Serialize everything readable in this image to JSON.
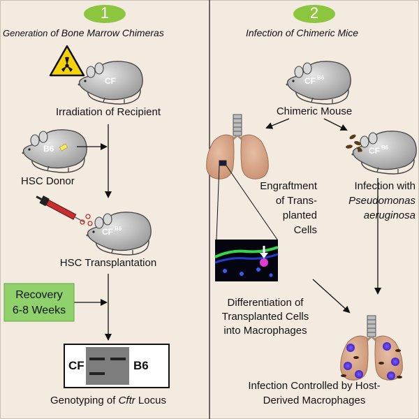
{
  "panel1": {
    "number": "1",
    "title_prefix": "Generation",
    "title_rest": " of Bone Marrow Chimeras",
    "irradiation": "Irradiation of Recipient",
    "hsc_donor": "HSC Donor",
    "hsc_transplantation": "HSC Transplantation",
    "recovery_line1": "Recovery",
    "recovery_line2": "6-8 Weeks",
    "gel_left": "CF",
    "gel_right": "B6",
    "genotyping_prefix": "Genotyping of ",
    "genotyping_gene": "Cftr",
    "genotyping_suffix": " Locus",
    "mouse_recipient": "CF",
    "mouse_donor": "B6",
    "mouse_chimera_main": "CF",
    "mouse_chimera_sup": "B6"
  },
  "panel2": {
    "number": "2",
    "title": "Infection of Chimeric Mice",
    "chimeric_mouse": "Chimeric Mouse",
    "engraftment_lines": [
      "Engraftment",
      "of Trans-",
      "planted",
      "Cells"
    ],
    "infection_line1": "Infection with",
    "infection_line2": "Pseudomonas",
    "infection_line3": "aeruginosa",
    "differentiation_lines": [
      "Differentiation of",
      "Transplanted Cells",
      "into Macrophages"
    ],
    "controlled_lines": [
      "Infection Controlled by Host-",
      "Derived Macrophages"
    ],
    "mouse_main": "CF",
    "mouse_sup": "B6"
  },
  "colors": {
    "background": "#f3ebe0",
    "badge_green": "#8cc63f",
    "recovery_box": "#8fd16a",
    "lung": "#d8a78a",
    "mouse_body": "#c9c9c9"
  },
  "icons": [
    "radiation-icon",
    "syringe-icon",
    "bacteria-icon",
    "mouse-icon",
    "lung-icon",
    "gel-image",
    "micrograph-image"
  ]
}
